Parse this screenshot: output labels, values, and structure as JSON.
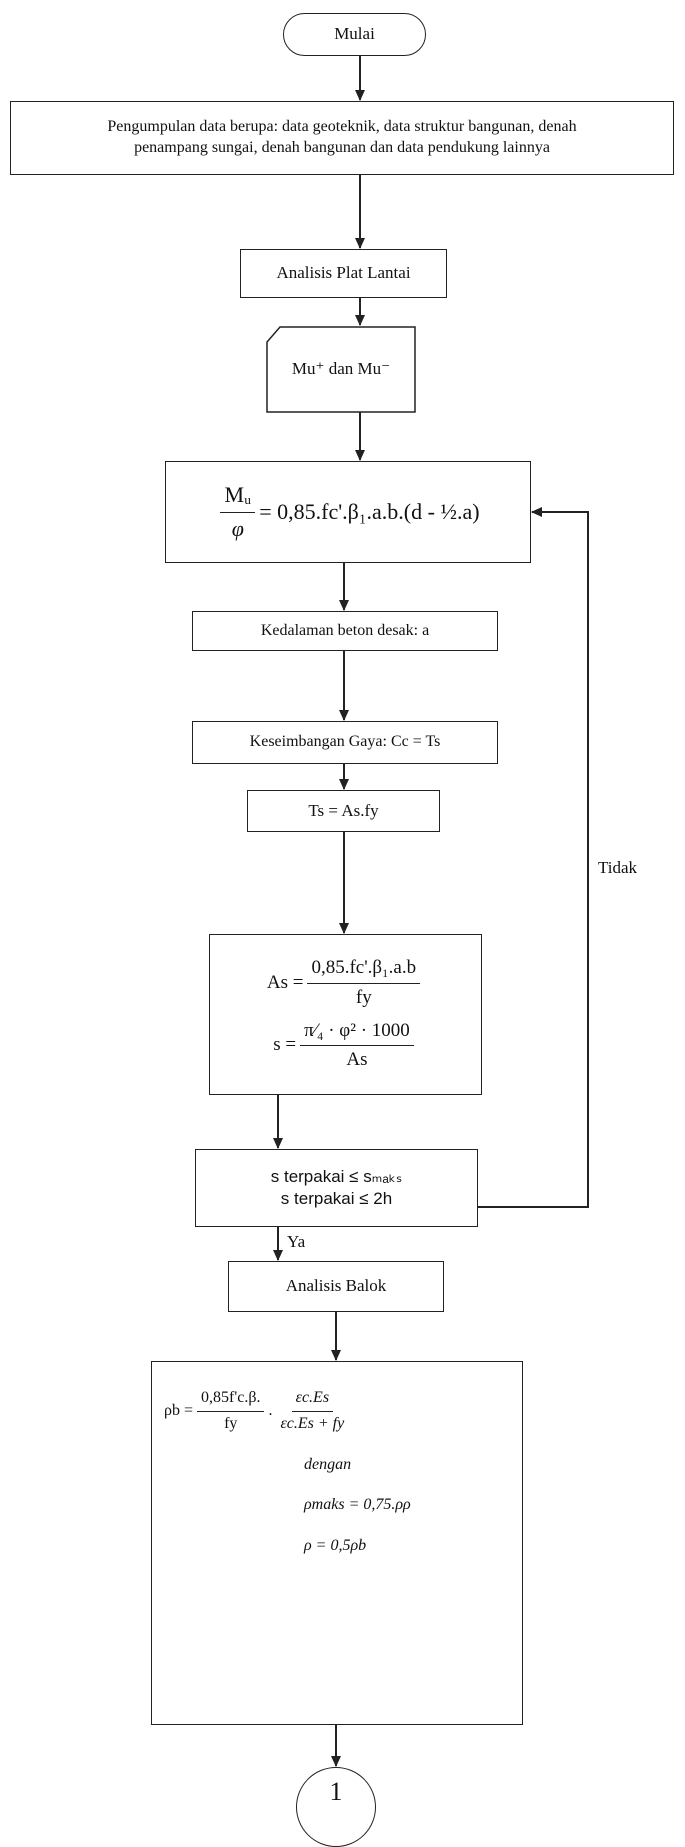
{
  "flowchart": {
    "start": "Mulai",
    "step_collect_line1": "Pengumpulan data berupa: data geoteknik, data struktur bangunan, denah",
    "step_collect_line2": "penampang sungai, denah bangunan dan data pendukung lainnya",
    "step_plate": "Analisis Plat Lantai",
    "input_moment": "Mu⁺ dan Mu⁻",
    "eq_moment": {
      "num": "Mᵤ",
      "den": "φ",
      "rhs": "= 0,85.fc'.β₁.a.b.(d - ½.a)"
    },
    "step_depth": "Kedalaman beton desak:  a",
    "step_equilibrium": "Keseimbangan Gaya: Cc = Ts",
    "step_ts": "Ts = As.fy",
    "eq_as": {
      "lhs": "As =",
      "num": "0,85.fc'.β₁.a.b",
      "den": "fy"
    },
    "eq_s": {
      "lhs": "s =",
      "num": "π⁄₄ · φ² · 1000",
      "den": "As"
    },
    "decision_line1": "s terpakai ≤ sₘₐₖₛ",
    "decision_line2": "s terpakai ≤ 2h",
    "label_yes": "Ya",
    "label_no": "Tidak",
    "step_beam": "Analisis Balok",
    "eq_rho_b": {
      "lhs": "ρb =",
      "num1": "0,85f'c.β.",
      "den1": "fy",
      "dot": ".",
      "num2": "εc.Es",
      "den2": "εc.Es + fy"
    },
    "text_with": "dengan",
    "eq_rho_max": "ρmaks = 0,75.ρρ",
    "eq_rho": "ρ = 0,5ρb",
    "connector": "1"
  }
}
